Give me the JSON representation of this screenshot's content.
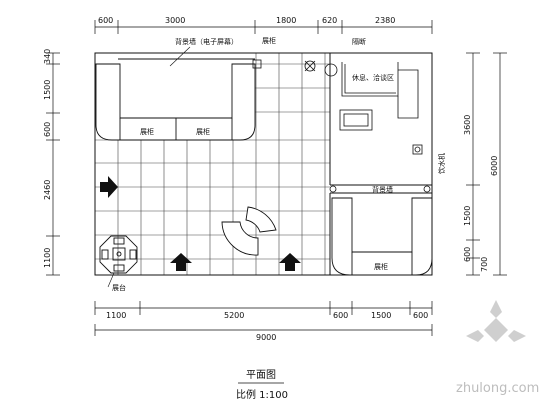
{
  "dims": {
    "top": [
      "600",
      "3000",
      "1800",
      "620",
      "2380"
    ],
    "left": [
      "340",
      "1500",
      "600",
      "2460",
      "1100"
    ],
    "right": [
      "3600",
      "1500",
      "600",
      "700"
    ],
    "right_total": "6000",
    "bottom": [
      "1100",
      "5200",
      "600",
      "1500",
      "600"
    ],
    "bottom_total": "9000"
  },
  "labels": {
    "back_wall": "背景墙（电子屏幕）",
    "display_top": "展柜",
    "partition": "隔断",
    "rest_area": "休息、洽谈区",
    "cabinet1": "展柜",
    "cabinet2": "展柜",
    "dispenser": "饮水机",
    "back_wall2": "背景墙",
    "cabinet3": "展柜",
    "stage": "展台"
  },
  "title": "平面图",
  "scale": "比例 1:100",
  "watermark": "zhulong.com",
  "colors": {
    "line": "#111111",
    "grid": "#444444",
    "watermark": "#bdbdbd"
  }
}
